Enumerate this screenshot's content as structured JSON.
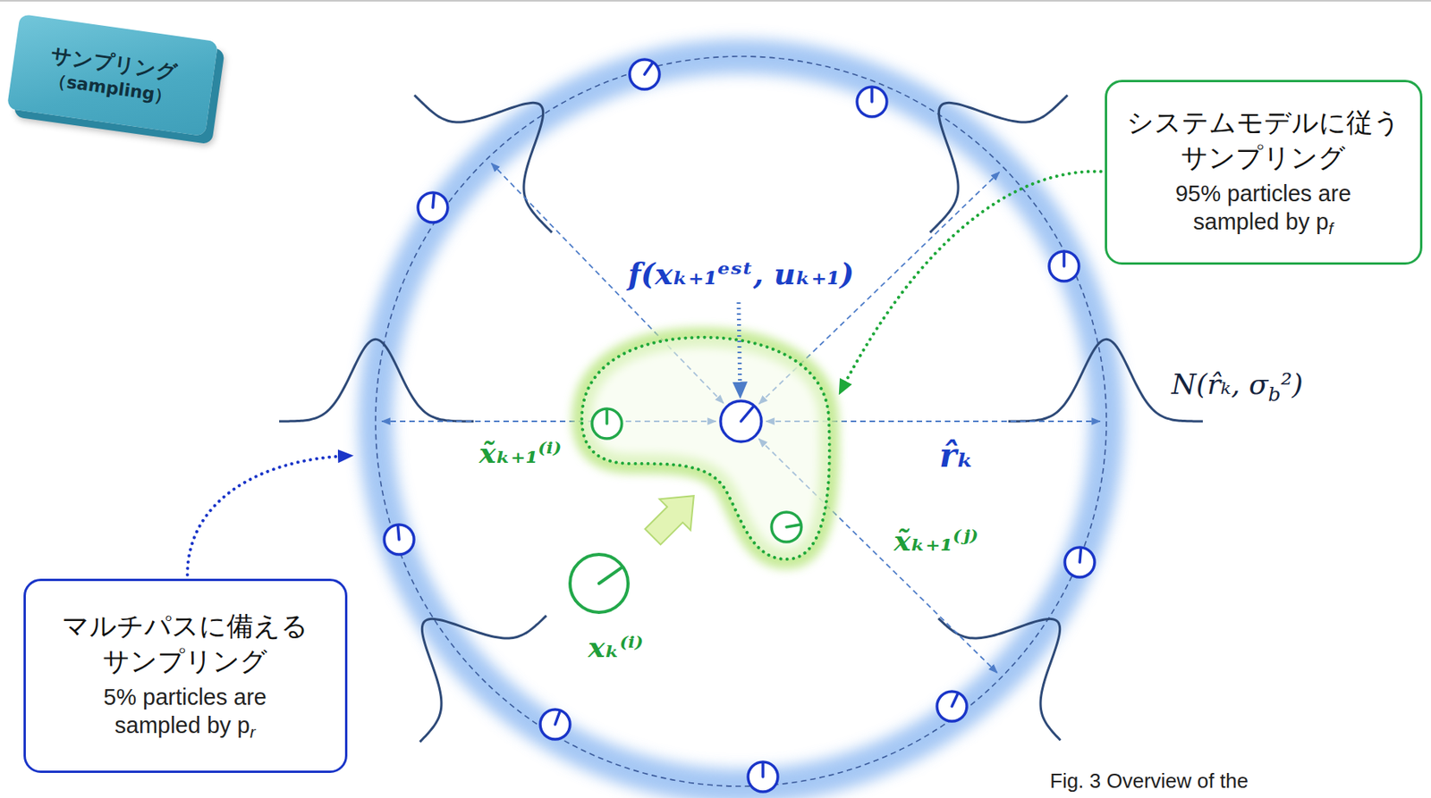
{
  "diagram": {
    "caption": "Fig. 3 Overview of the",
    "nodes": [
      {
        "text": [
          "サンプリング",
          "（sampling）"
        ]
      },
      {
        "text": [
          "システムモデルに従う サンプリング",
          "95% particles are sampled by p",
          "f"
        ]
      },
      {
        "text": [
          "マルチパスに備える サンプリング",
          "5% particles are sampled by p",
          "r"
        ]
      }
    ],
    "labels": [
      "f(xₖ₊₁ᵉˢᵗ, uₖ₊₁)",
      "N(r̂ₖ, σ",
      "b",
      "²)",
      "x̃ₖ₊₁⁽ⁱ⁾",
      "r̂ₖ",
      "x̃ₖ₊₁⁽ʲ⁾",
      "xₖ⁽ⁱ⁾"
    ]
  }
}
